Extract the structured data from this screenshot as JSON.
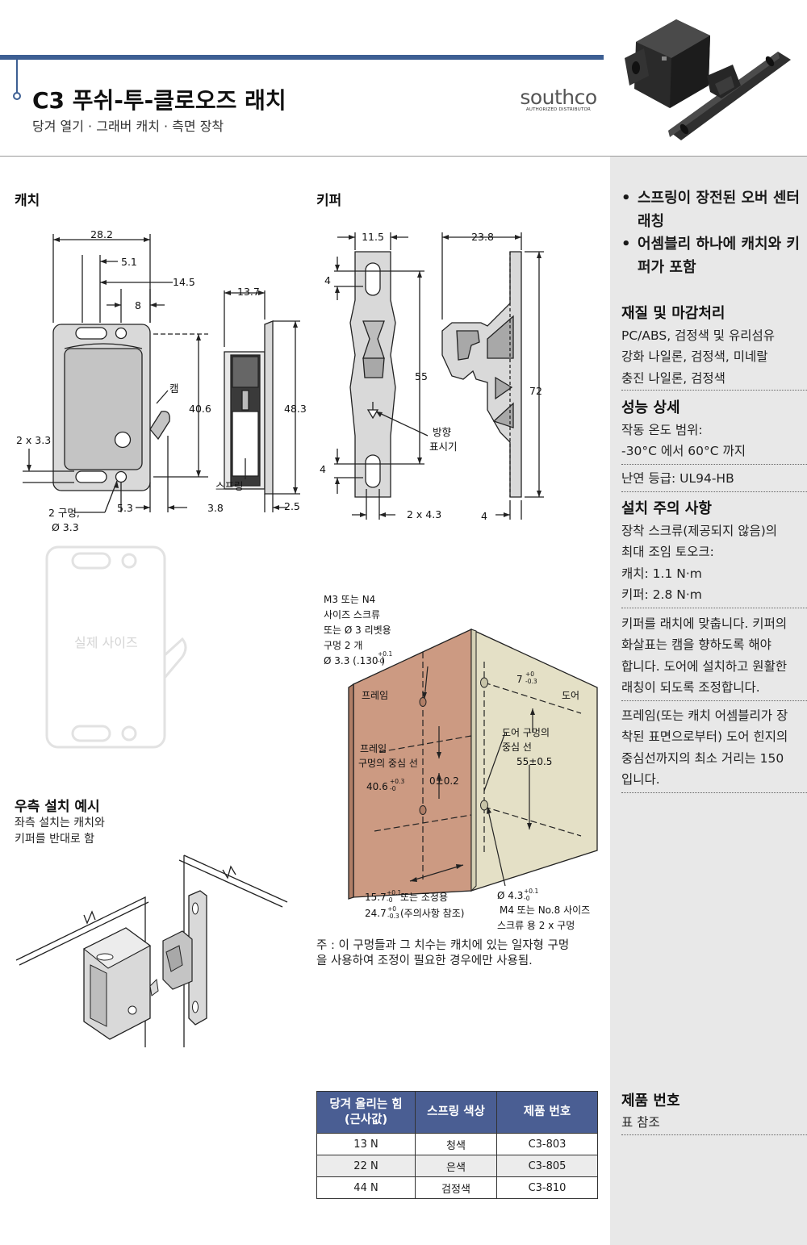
{
  "header": {
    "title": "C3 푸쉬-투-클로오즈 래치",
    "subtitle": "당겨 열기 · 그래버 캐치 · 측면 장착",
    "logo_word": "southco",
    "logo_sub": "AUTHORIZED DISTRIBUTOR",
    "accent_color": "#3d5f93"
  },
  "features": [
    {
      "text": "스프링이 장전된 오버 센터 래칭"
    },
    {
      "text": "어셈블리 하나에 캐치와 키퍼가 포함"
    }
  ],
  "bullet_symbol": "•",
  "sections": {
    "material": {
      "title": "재질 및 마감처리",
      "lines": [
        "PC/ABS, 검정색 및 유리섬유",
        "강화 나일론, 검정색, 미네랄",
        "충진 나일론, 검정색"
      ]
    },
    "performance": {
      "title": "성능 상세",
      "lines": [
        "작동 온도 범위:",
        "-30°C 에서 60°C 까지"
      ],
      "flammability": "난연 등급: UL94-HB"
    },
    "install": {
      "title": "설치 주의 사항",
      "torque_lines": [
        "장착 스크류(제공되지 않음)의",
        "최대 조임 토오크:",
        "캐치: 1.1 N·m",
        "키퍼: 2.8 N·m"
      ],
      "align_lines": [
        "키퍼를 래치에 맞춥니다. 키퍼의",
        "화살표는 캠을 향하도록 해야",
        "합니다. 도어에 설치하고 원활한",
        "래칭이 되도록 조정합니다."
      ],
      "distance_lines": [
        "프레임(또는 캐치 어셈블리가 장",
        "착된 표면으로부터) 도어 힌지의",
        "중심선까지의 최소 거리는 150",
        "입니다."
      ]
    },
    "part_number": {
      "title": "제품 번호",
      "text": "표 참조"
    }
  },
  "labels": {
    "catch": "캐치",
    "keeper": "키퍼",
    "actual_size": "실제 사이즈",
    "mount_title": "우측 설치 예시",
    "mount_lines": [
      "좌측 설치는 캐치와",
      "키퍼를 반대로 함"
    ],
    "note_lines": [
      "주 : 이 구멍들과 그 치수는 캐치에 있는 일자형 구멍",
      "을 사용하여 조정이 필요한 경우에만 사용됨."
    ]
  },
  "catch_dims": {
    "w282": "28.2",
    "d51": "5.1",
    "d145": "14.5",
    "d8": "8",
    "d137": "13.7",
    "cam": "캠",
    "h406": "40.6",
    "h483": "48.3",
    "d2x33": "2 x 3.3",
    "spring": "스프링",
    "d53": "5.3",
    "d38": "3.8",
    "d25": "2.5",
    "holes_1": "2 구멍,",
    "holes_2": "Ø 3.3"
  },
  "keeper_dims": {
    "w115": "11.5",
    "w238": "23.8",
    "d4a": "4",
    "h55": "55",
    "h72": "72",
    "arrow_1": "방향",
    "arrow_2": "표시기",
    "d4b": "4",
    "d2x43": "2 x 4.3",
    "d4c": "4"
  },
  "install_dims": {
    "screw_1": "M3 또는 N4",
    "screw_2": "사이즈 스크류",
    "screw_3": "또는 Ø 3 리벳용",
    "screw_4": "구멍 2 개",
    "screw_5": "Ø 3.3 (.130 )",
    "tol_a_up": "+0.1",
    "tol_a_dn": "-0",
    "frame": "프레임",
    "door": "도어",
    "d7": "7",
    "tol_b_up": "+0",
    "tol_b_dn": "-0.3",
    "frame_c1": "프레임",
    "frame_c2": "구멍의 중심 선",
    "door_c1": "도어 구멍의",
    "door_c2": "중심 선",
    "d406": "40.6",
    "tol_c_up": "+0.3",
    "tol_c_dn": "-0",
    "d0": "0±0.2",
    "d55": "55±0.5",
    "d157": "15.7",
    "tol_d_up": "+0.1",
    "tol_d_dn": "-0",
    "d157_txt": "또는 조정용",
    "d247": "24.7",
    "tol_e_up": "+0",
    "tol_e_dn": "-0.3",
    "d247_txt": "(주의사항 참조)",
    "d43": "Ø 4.3",
    "tol_f_up": "+0.1",
    "tol_f_dn": "-0",
    "m4_1": "M4 또는 No.8 사이즈",
    "m4_2": "스크류 용 2 x 구멍"
  },
  "table": {
    "headers": [
      "당겨 올리는 힘\n(근사값)",
      "스프링 색상",
      "제품 번호"
    ],
    "header_color": "#4a5e93",
    "rows": [
      {
        "force": "13 N",
        "color": "청색",
        "part": "C3-803"
      },
      {
        "force": "22 N",
        "color": "은색",
        "part": "C3-805"
      },
      {
        "force": "44 N",
        "color": "검정색",
        "part": "C3-810"
      }
    ]
  }
}
